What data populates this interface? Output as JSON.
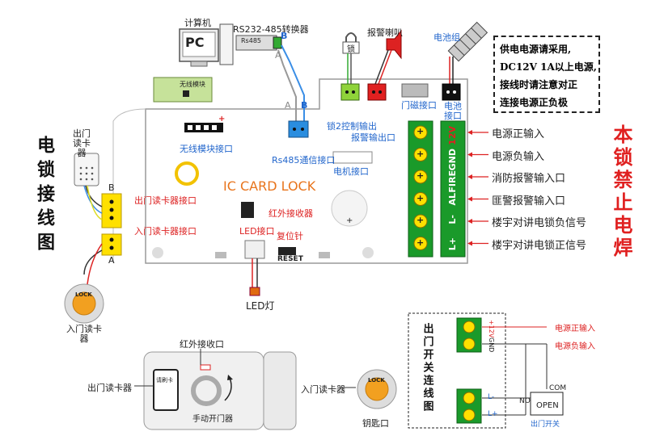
{
  "left_title": "电锁接线图",
  "right_title": "本锁禁止电焊",
  "computer": {
    "label": "计算机",
    "screen_text": "PC"
  },
  "converter": {
    "label": "RS232-485转换器",
    "device_text": "Rs485"
  },
  "wire_letters": {
    "a": "A",
    "b": "B"
  },
  "lock_symbol": {
    "text": "锁"
  },
  "speaker": {
    "label": "报警喇叭"
  },
  "battery": {
    "label": "电池组"
  },
  "wireless_module": {
    "label": "无线模块"
  },
  "board": {
    "title": "IC CARD  LOCK"
  },
  "labels": {
    "lock2_output": "锁2控制输出",
    "alarm_output": "报警输出口",
    "door_magnet": "门磁接口",
    "battery_port": "电池接口",
    "wireless_port": "无线模块接口",
    "rs485_port": "Rs485通信接口",
    "motor_port": "电机接口",
    "exit_reader_port": "出门读卡器接口",
    "entry_reader_port": "入门读卡器接口",
    "ir_receiver": "红外接收器",
    "led_port": "LED接口",
    "reset_label": "复位针",
    "reset_text": "RESET",
    "led_light": "LED灯",
    "exit_reader": "出门读卡器",
    "entry_reader": "入门读卡器",
    "reader_card": "请刷卡",
    "lock_text": "LOCK"
  },
  "terminals": [
    "12V",
    "GND",
    "FIRE",
    "AL",
    "L-",
    "L+"
  ],
  "terminal_descriptions": [
    "电源正输入",
    "电源负输入",
    "消防报警输入口",
    "匪警报警输入口",
    "楼宇对讲电锁负信号",
    "楼宇对讲电锁正信号"
  ],
  "terminal_symbol": "+",
  "note": [
    "供电电源请采用,",
    "DC12V 1A以上电源,",
    "接线时请注意对正",
    "连接电源正负极"
  ],
  "lock_body": {
    "ir_port": "红外接收口",
    "exit_reader": "出门读卡器",
    "manual": "手动开门器",
    "entry_reader": "入门读卡器",
    "key_hole": "钥匙口"
  },
  "exit_switch": {
    "title": "出门开关连线图",
    "plus12v": "+12V",
    "gnd": "GND",
    "power_pos": "电源正输入",
    "power_neg": "电源负输入",
    "l_minus": "L-",
    "l_plus": "L+",
    "com": "COM",
    "no": "NO",
    "open": "OPEN",
    "switch_label": "出门开关"
  },
  "colors": {
    "green": "#1a9a2a",
    "terminal_yellow": "#ffe000",
    "red": "#dd2222",
    "blue": "#2a6fdb",
    "board_border": "#999999"
  }
}
